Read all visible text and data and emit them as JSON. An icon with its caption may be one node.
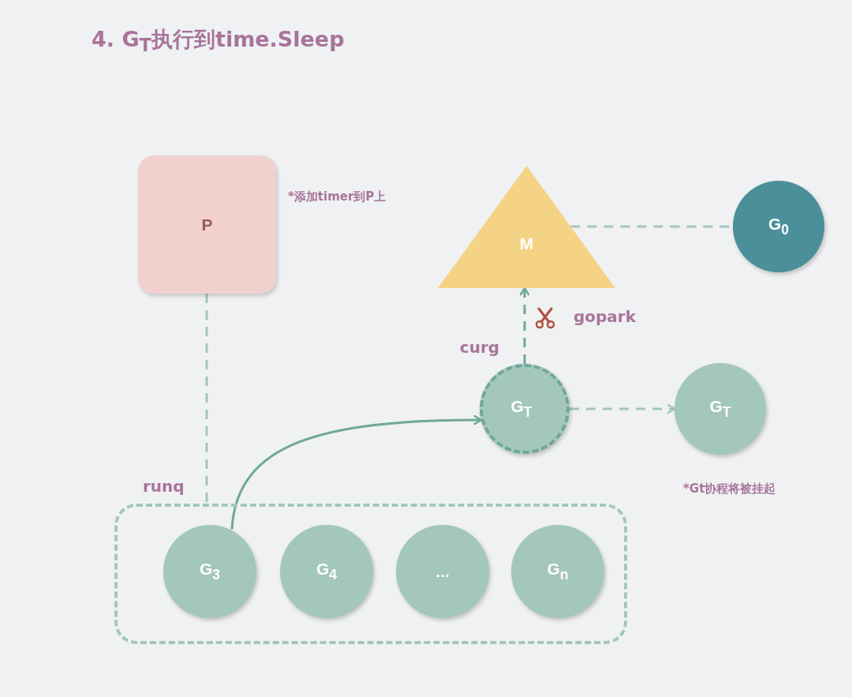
{
  "diagram": {
    "title": "4. G$_{T}$执行到time.Sleep",
    "nodes": [
      {
        "text": [
          "P"
        ],
        "beside": [
          "*添加timer到P上"
        ]
      },
      {
        "text": [
          "M"
        ]
      },
      {
        "text": [
          "G$_{0}$"
        ]
      },
      {
        "text": [
          "G$_{T}$"
        ]
      },
      {
        "text": [
          "G$_{T}$"
        ],
        "beside": [
          "*Gt协程将被挂起"
        ]
      },
      {
        "text": [
          "runq"
        ]
      },
      {
        "text": [
          "G$_{3}$"
        ],
        "in": 5
      },
      {
        "text": [
          "G$_{4}$"
        ],
        "in": 5
      },
      {
        "text": [
          "..."
        ],
        "in": 5
      },
      {
        "text": [
          "G$_{n}$"
        ],
        "in": 5
      }
    ],
    "edges": [
      {
        "from": 0,
        "to": 5,
        "arrow": "none",
        "style": "dashed"
      },
      {
        "from": 1,
        "to": 2,
        "arrow": "none",
        "style": "dashed"
      },
      {
        "from": 3,
        "to": 1,
        "arrow": "to",
        "style": "dashed",
        "color": "#6fa797",
        "label": "curg"
      },
      {
        "from": 3,
        "to": 4,
        "arrow": "to",
        "style": "dashed"
      },
      {
        "from": 6,
        "to": 3,
        "arrow": "to",
        "color": "#6fa797"
      }
    ],
    "labels": [
      "gopark"
    ]
  }
}
